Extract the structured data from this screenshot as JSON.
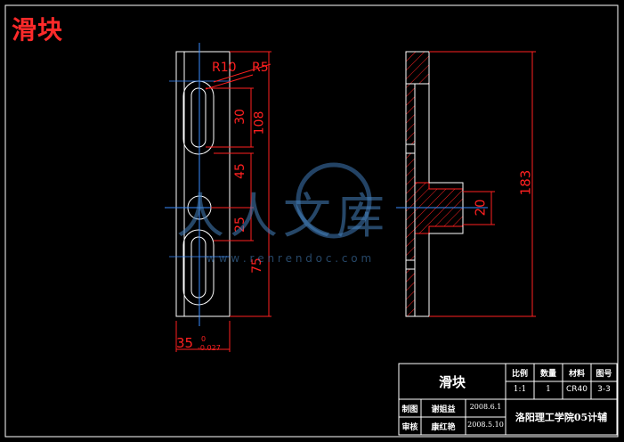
{
  "header": {
    "title": "滑块"
  },
  "dims": {
    "r10": "R10",
    "r5": "R5",
    "d30": "30",
    "d108": "108",
    "d45": "45",
    "d25": "25",
    "d75": "75",
    "d35": "35",
    "tol_upper": "0",
    "tol_lower": "-0.027",
    "d20": "20",
    "d183": "183"
  },
  "title_block": {
    "part_name": "滑块",
    "h_scale": "比例",
    "h_qty": "数量",
    "h_material": "材料",
    "h_drawing_no": "图号",
    "scale": "1:1",
    "qty": "1",
    "material": "CR40",
    "drawing_no": "3-3",
    "drawn_label": "制图",
    "drawn_name": "谢姐益",
    "drawn_date": "2008.6.1",
    "checked_label": "审核",
    "checked_name": "康红艳",
    "checked_date": "2008.5.10",
    "school": "洛阳理工学院05计辅"
  },
  "watermark": {
    "text": "人人文库",
    "url": "w w w . r e n r e n d o c . c o m"
  },
  "colors": {
    "background": "#000000",
    "outline": "#ffffff",
    "dimension": "#ff2020",
    "centerline": "#3a8cff",
    "hatch": "#ff2020",
    "frame": "#ffffff"
  }
}
